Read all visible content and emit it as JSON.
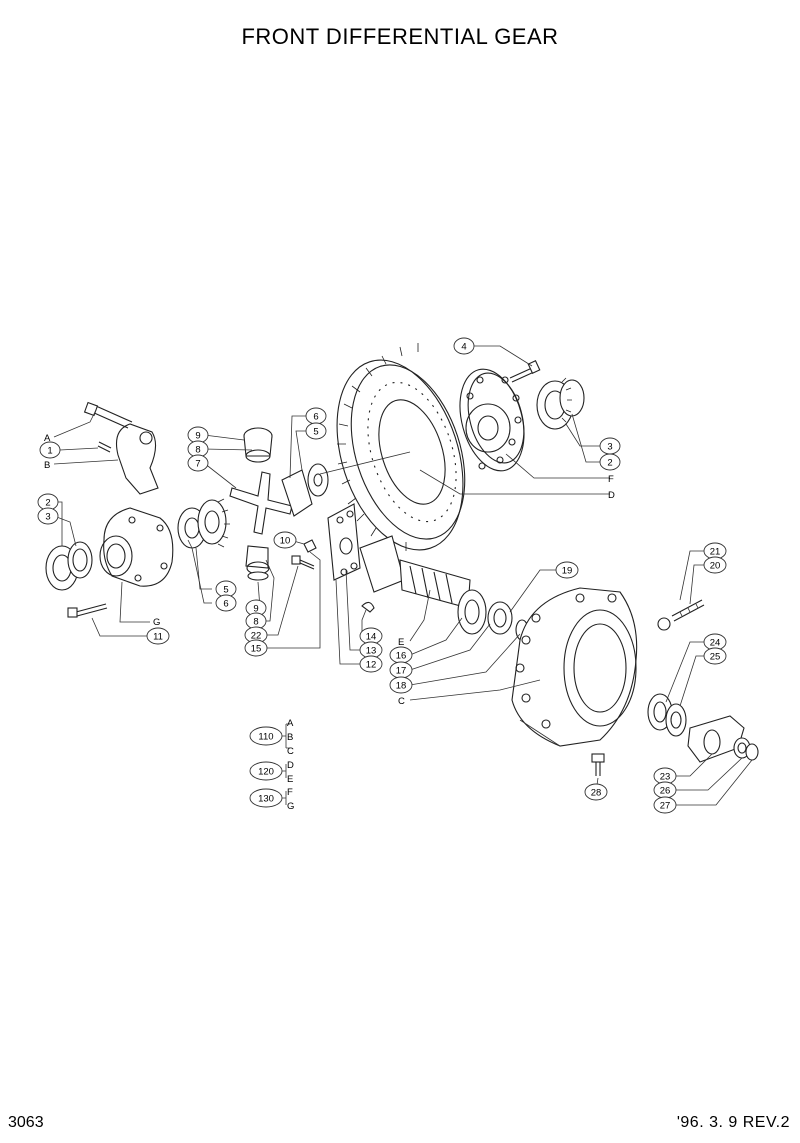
{
  "title": "FRONT DIFFERENTIAL GEAR",
  "page_number": "3063",
  "revision": "'96. 3. 9  REV.2",
  "callouts": {
    "c4": "4",
    "c3r": "3",
    "c2r": "2",
    "cF": "F",
    "cD": "D",
    "cA": "A",
    "c1": "1",
    "cB": "B",
    "c9a": "9",
    "c8a": "8",
    "c7": "7",
    "c6a": "6",
    "c5a": "5",
    "c2l": "2",
    "c3l": "3",
    "c10": "10",
    "c5b": "5",
    "c6b": "6",
    "c9b": "9",
    "c8b": "8",
    "c22": "22",
    "c15": "15",
    "cG": "G",
    "c11": "11",
    "c14": "14",
    "c13": "13",
    "c12": "12",
    "cE": "E",
    "c16": "16",
    "c17": "17",
    "c18": "18",
    "cC": "C",
    "c19": "19",
    "c21": "21",
    "c20": "20",
    "c24": "24",
    "c25": "25",
    "c23": "23",
    "c26": "26",
    "c27": "27",
    "c28": "28"
  },
  "kits": [
    {
      "number": "110",
      "letters": [
        "A",
        "B",
        "C"
      ]
    },
    {
      "number": "120",
      "letters": [
        "D",
        "E"
      ]
    },
    {
      "number": "130",
      "letters": [
        "F",
        "G"
      ]
    }
  ]
}
